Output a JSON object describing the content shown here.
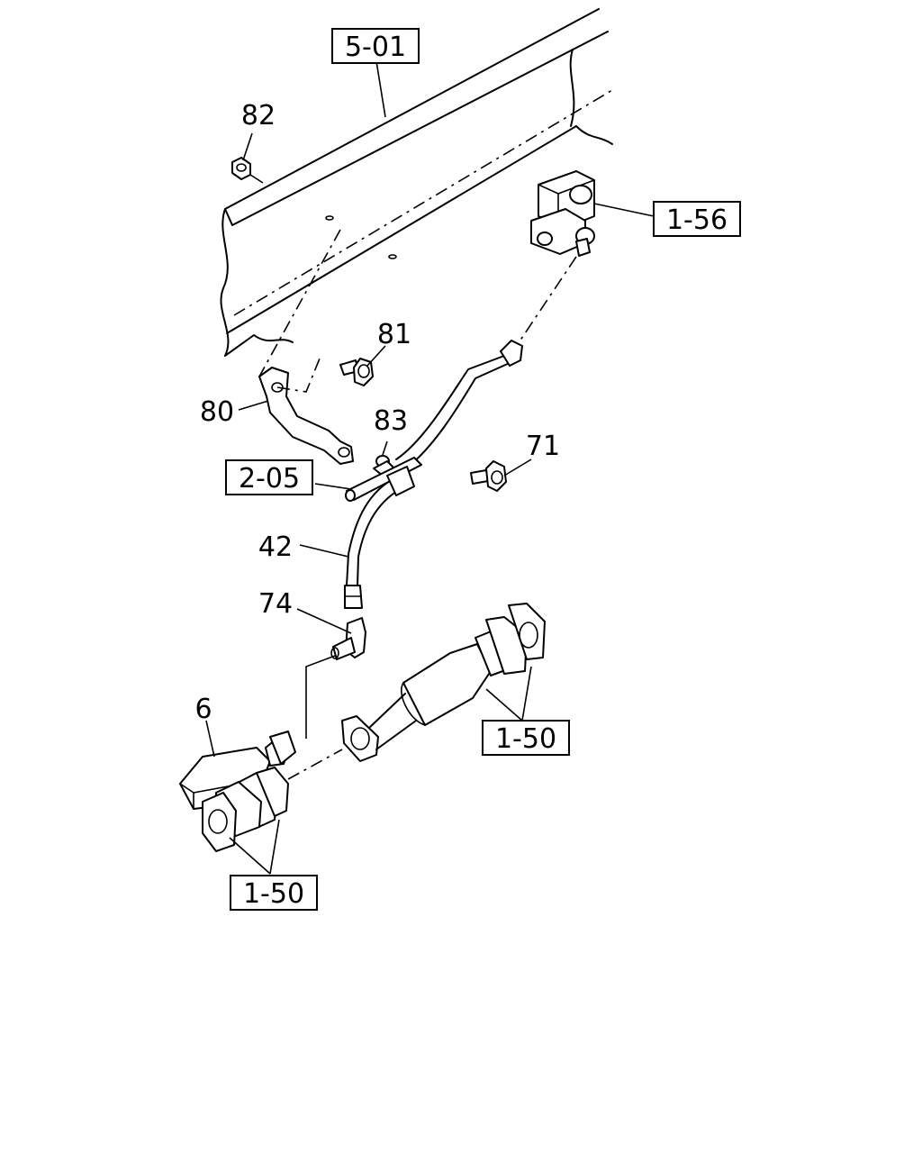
{
  "callouts": {
    "frame_ref": "5-01",
    "nut": "82",
    "valve_ref": "1-56",
    "bolt_upper": "81",
    "bracket": "80",
    "clip": "83",
    "bolt_right": "71",
    "pipe_ref": "2-05",
    "hose": "42",
    "elbow": "74",
    "manifold": "6",
    "exhaust_ref_right": "1-50",
    "exhaust_ref_left": "1-50"
  }
}
